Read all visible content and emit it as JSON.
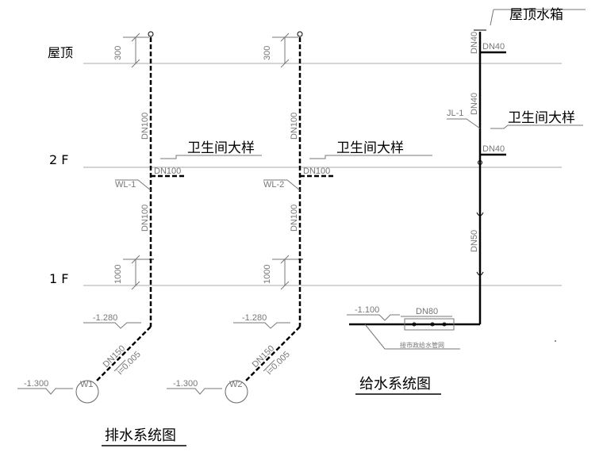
{
  "levels": {
    "roof": "屋顶",
    "floor2": "2 F",
    "floor1": "1 F"
  },
  "drainage": {
    "title": "排水系统图",
    "risers": [
      {
        "id": "WL-1",
        "well": "W1",
        "dim_top": "300",
        "dim_bottom": "1000",
        "pipe_upper": "DN100",
        "branch": "DN100",
        "pipe_lower": "DN100",
        "elev_bend": "-1.280",
        "elev_well": "-1.300",
        "outlet_dn": "DN150",
        "slope": "i=0.005",
        "detail": "卫生间大样"
      },
      {
        "id": "WL-2",
        "well": "W2",
        "dim_top": "300",
        "dim_bottom": "1000",
        "pipe_upper": "DN100",
        "branch": "DN100",
        "pipe_lower": "DN100",
        "elev_bend": "-1.280",
        "elev_well": "-1.300",
        "outlet_dn": "DN150",
        "slope": "i=0.005",
        "detail": "卫生间大样"
      }
    ]
  },
  "supply": {
    "title": "给水系统图",
    "riser_id": "JL-1",
    "tank_label": "屋顶水箱",
    "detail": "卫生间大样",
    "top_dn": "DN40",
    "tank_branch_dn": "DN40",
    "riser_upper_dn": "DN40",
    "floor_branch_dn": "DN40",
    "riser_lower_dn": "DN50",
    "main_dn": "DN80",
    "main_elev": "-1.100",
    "connect_note": "接市政给水管网"
  }
}
